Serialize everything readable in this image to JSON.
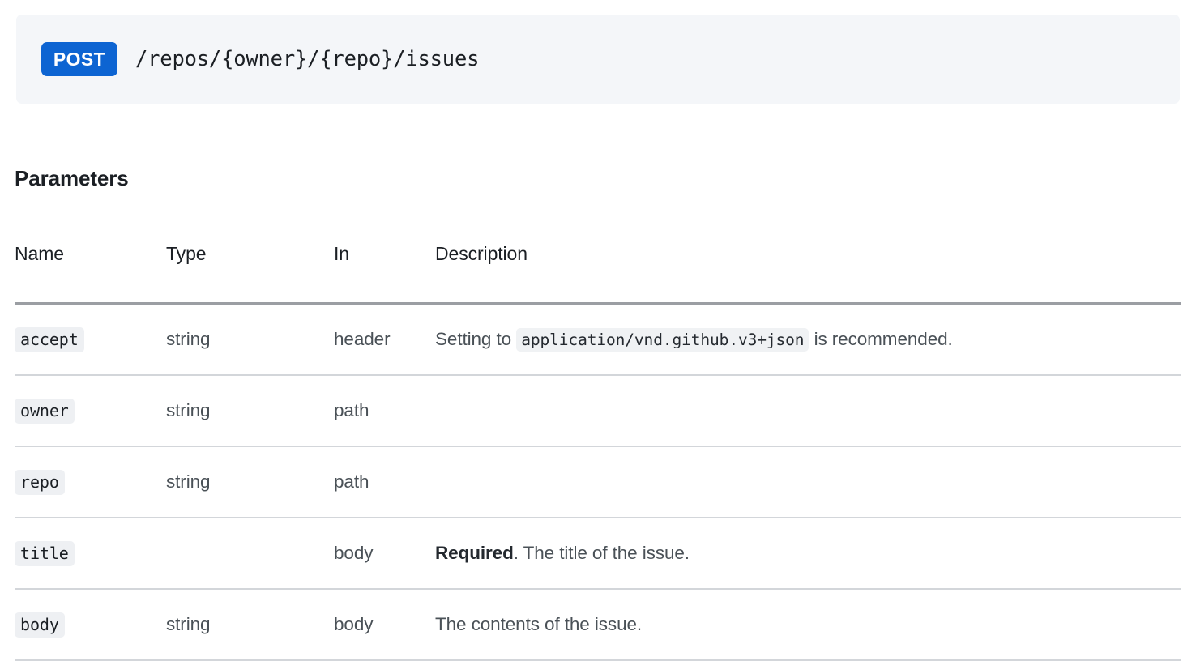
{
  "endpoint": {
    "method": "POST",
    "path": "/repos/{owner}/{repo}/issues",
    "method_badge_color": "#0d64d2",
    "panel_background": "#f4f6f9"
  },
  "section": {
    "title": "Parameters"
  },
  "table": {
    "columns": [
      "Name",
      "Type",
      "In",
      "Description"
    ],
    "rows": [
      {
        "name": "accept",
        "type": "string",
        "in": "header",
        "description_prefix": "Setting to",
        "description_code": "application/vnd.github.v3+json",
        "description_suffix": "is recommended.",
        "description_required": ""
      },
      {
        "name": "owner",
        "type": "string",
        "in": "path",
        "description_prefix": "",
        "description_code": "",
        "description_suffix": "",
        "description_required": ""
      },
      {
        "name": "repo",
        "type": "string",
        "in": "path",
        "description_prefix": "",
        "description_code": "",
        "description_suffix": "",
        "description_required": ""
      },
      {
        "name": "title",
        "type": "",
        "in": "body",
        "description_prefix": "",
        "description_code": "",
        "description_suffix": ". The title of the issue.",
        "description_required": "Required"
      },
      {
        "name": "body",
        "type": "string",
        "in": "body",
        "description_prefix": "The contents of the issue.",
        "description_code": "",
        "description_suffix": "",
        "description_required": ""
      }
    ]
  }
}
